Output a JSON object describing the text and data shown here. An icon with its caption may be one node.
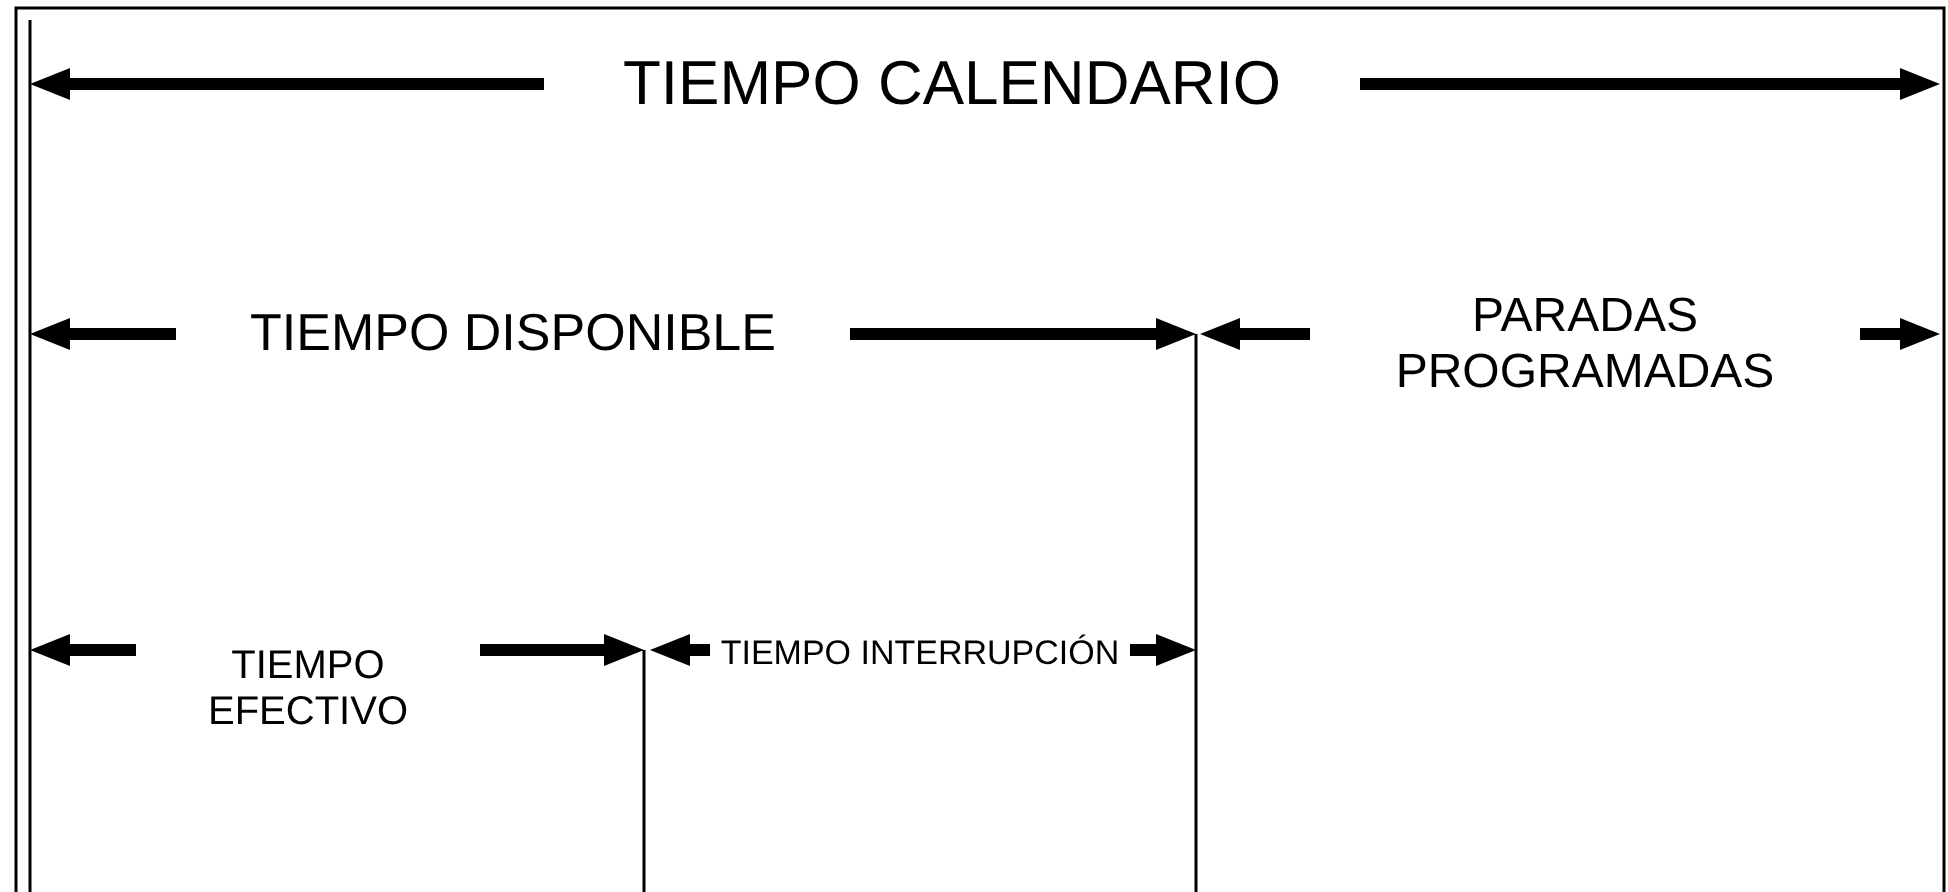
{
  "diagram": {
    "labels": [
      "TIEMPO CALENDARIO",
      "TIEMPO DISPONIBLE",
      "PARADAS PROGRAMADAS",
      "TIEMPO EFECTIVO",
      "TIEMPO INTERRUPCIÓN"
    ]
  }
}
